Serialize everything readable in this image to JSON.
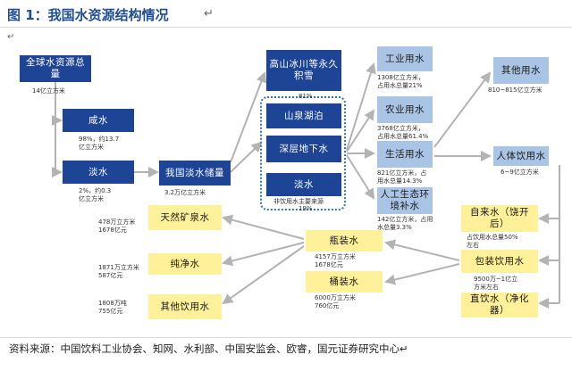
{
  "header": {
    "title": "图 1：我国水资源结构情况",
    "title_mark": "↵",
    "para_mark": "↵"
  },
  "nodes": {
    "global_water": "全球水资源总量",
    "glacier": "咸水",
    "fresh": "淡水",
    "china_fresh": "我国淡水储量",
    "mountain_ice": "高山冰川等永久积雪",
    "spring_lake": "山泉湖泊",
    "deep_ground": "深层地下水",
    "fresh_small": "淡水",
    "industry": "工业用水",
    "agriculture": "农业用水",
    "life": "生活用水",
    "eco": "人工生态环境补水",
    "other_use": "其他用水",
    "human_drink": "人体饮用水",
    "tap": "自来水（饶开后）",
    "packaged": "包装饮用水",
    "direct": "直饮水（净化器）",
    "natural_mineral": "天然矿泉水",
    "pure": "纯净水",
    "other_drink": "其他饮用水",
    "bottled": "瓶装水",
    "barreled": "桶装水"
  },
  "notes": {
    "global": "14亿立方米",
    "salt": [
      "98%，约13.7",
      "亿立方米"
    ],
    "fresh": [
      "2%，约0.3",
      "亿立方米"
    ],
    "china": "3.2万亿立方米",
    "ice_pct": "81%",
    "fresh_src": "非饮用水主要来源",
    "fresh_pct": "19%",
    "industry": [
      "1308亿立方米，",
      "占用水总量21%"
    ],
    "agri": [
      "3768亿立方米，",
      "占用水总量61.4%"
    ],
    "life": [
      "821亿立方米，占",
      "用水总量14.3%"
    ],
    "eco": [
      "142亿立方米，占用",
      "水总量3.3%"
    ],
    "other_use": "810~815亿立方米",
    "human": "6~9亿立方米",
    "tap": [
      "占饮用水总量50%",
      "左右"
    ],
    "packaged": [
      "9500万~1亿立",
      "方米左右"
    ],
    "mineral": [
      "478万立方米",
      "1678亿元"
    ],
    "pure": [
      "1871万立方米",
      "587亿元"
    ],
    "other_drink": [
      "1808万吨",
      "755亿元"
    ],
    "bottled": [
      "4157万立方米",
      "1678亿元"
    ],
    "barreled": [
      "6000万立方米",
      "760亿元"
    ]
  },
  "footer": {
    "source": "资料来源：中国饮料工业协会、知网、水利部、中国安监会、欧睿，国元证券研究中心↵"
  },
  "colors": {
    "dark": "#1e4496",
    "light": "#a9c4e4",
    "yellow": "#fff09a",
    "arrow": "#b3b3b3"
  }
}
